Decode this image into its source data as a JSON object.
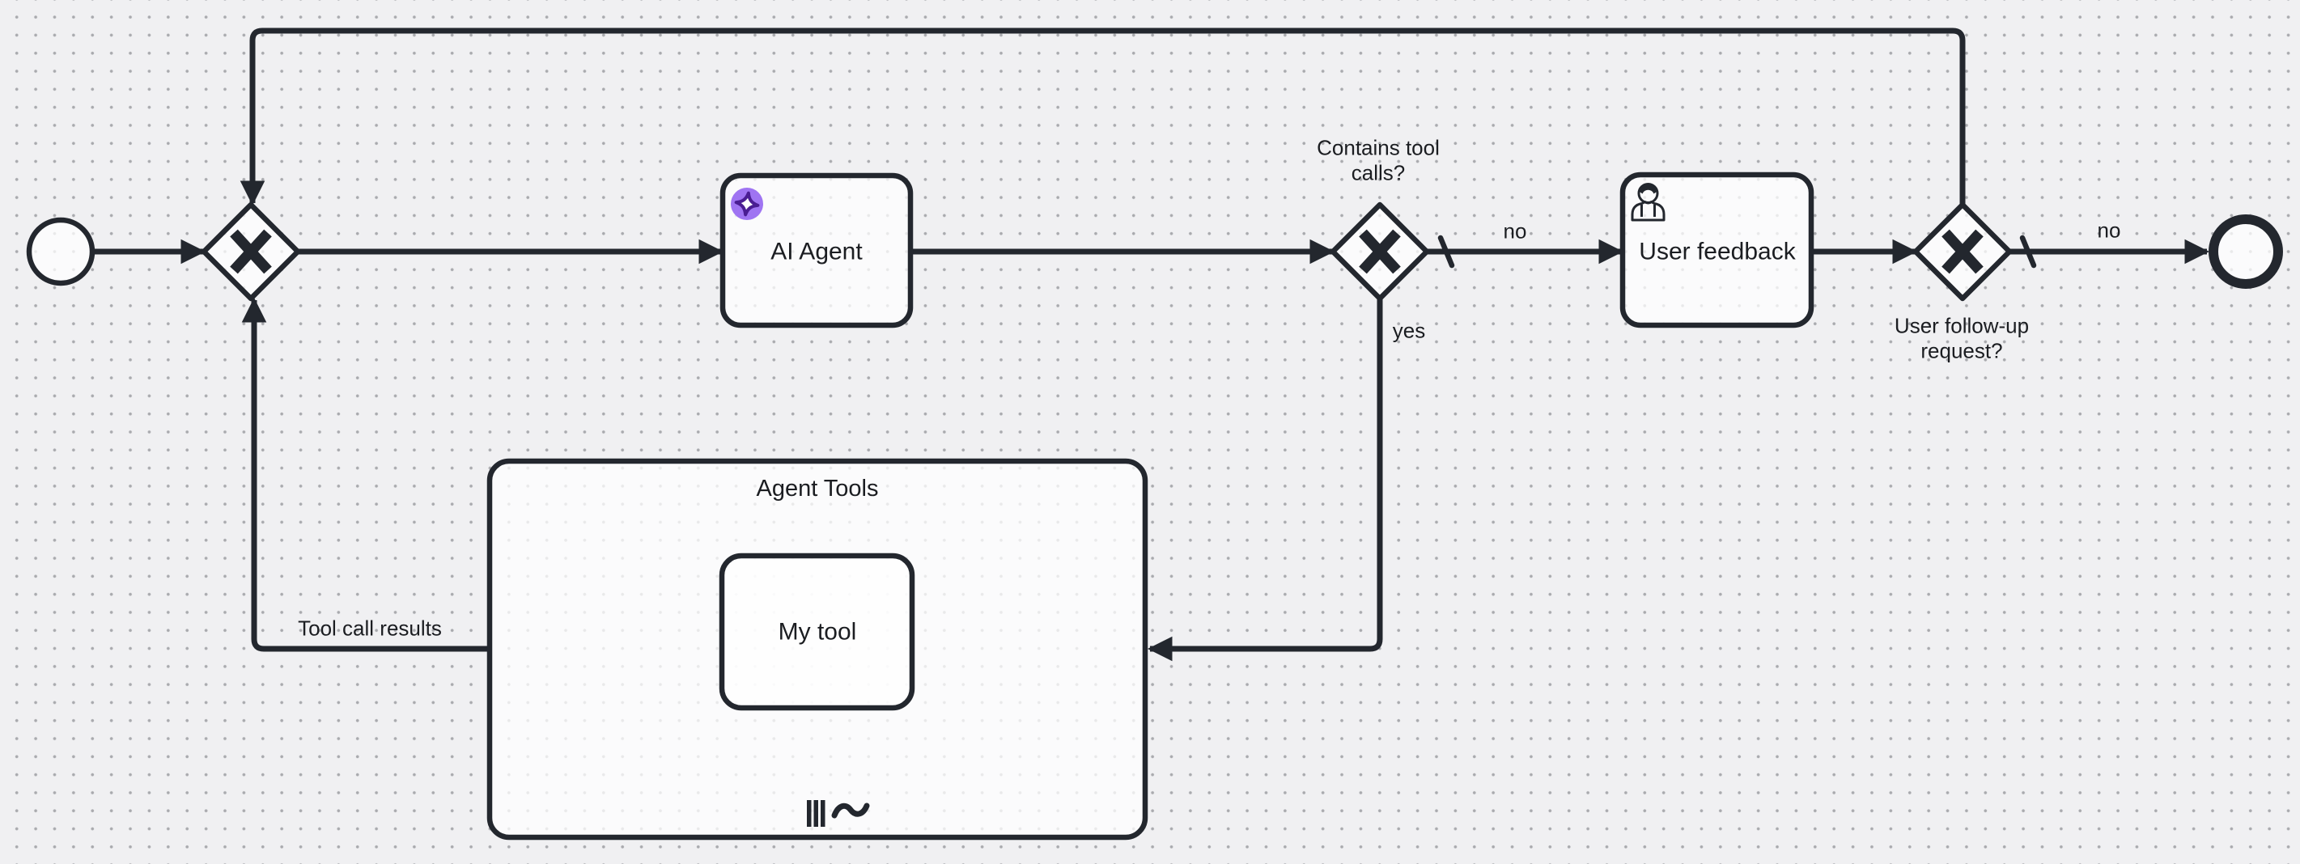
{
  "app": {
    "view": "bpmn-process-diagram"
  },
  "colors": {
    "canvas_bg": "#f0f0f2",
    "grid_dot": "#a9aaae",
    "stroke": "#23272e",
    "shape_fill": "#ffffff",
    "text": "#1b1d21",
    "ai_icon_bg": "#9f74f2",
    "ai_icon_outline": "#4a1d93",
    "ai_icon_star_fill": "#ffffff"
  },
  "nodes": {
    "ai_agent": {
      "label": "AI Agent"
    },
    "user_feedback": {
      "label": "User feedback"
    },
    "agent_tools": {
      "label": "Agent Tools"
    },
    "my_tool": {
      "label": "My tool"
    }
  },
  "gateways": {
    "merge": {
      "marker": "X"
    },
    "contains_tool_calls": {
      "label": "Contains tool\ncalls?",
      "marker": "X"
    },
    "user_followup": {
      "label": "User follow-up\nrequest?",
      "marker": "X"
    }
  },
  "edges": {
    "no_to_user_feedback": {
      "label": "no"
    },
    "yes_to_agent_tools": {
      "label": "yes"
    },
    "no_to_end": {
      "label": "no"
    },
    "tool_call_results": {
      "label": "Tool call results"
    }
  },
  "icons": {
    "start_event": "thin-circle",
    "end_event": "thick-circle",
    "gateway_marker": "x-exclusive",
    "ai_agent_icon": "sparkle-four-point-star",
    "user_task_icon": "person",
    "multi_instance_marker": "three-vertical-bars",
    "ad_hoc_marker": "tilde",
    "default_flow_marker": "slash-tick",
    "arrowhead": "filled-triangle"
  }
}
